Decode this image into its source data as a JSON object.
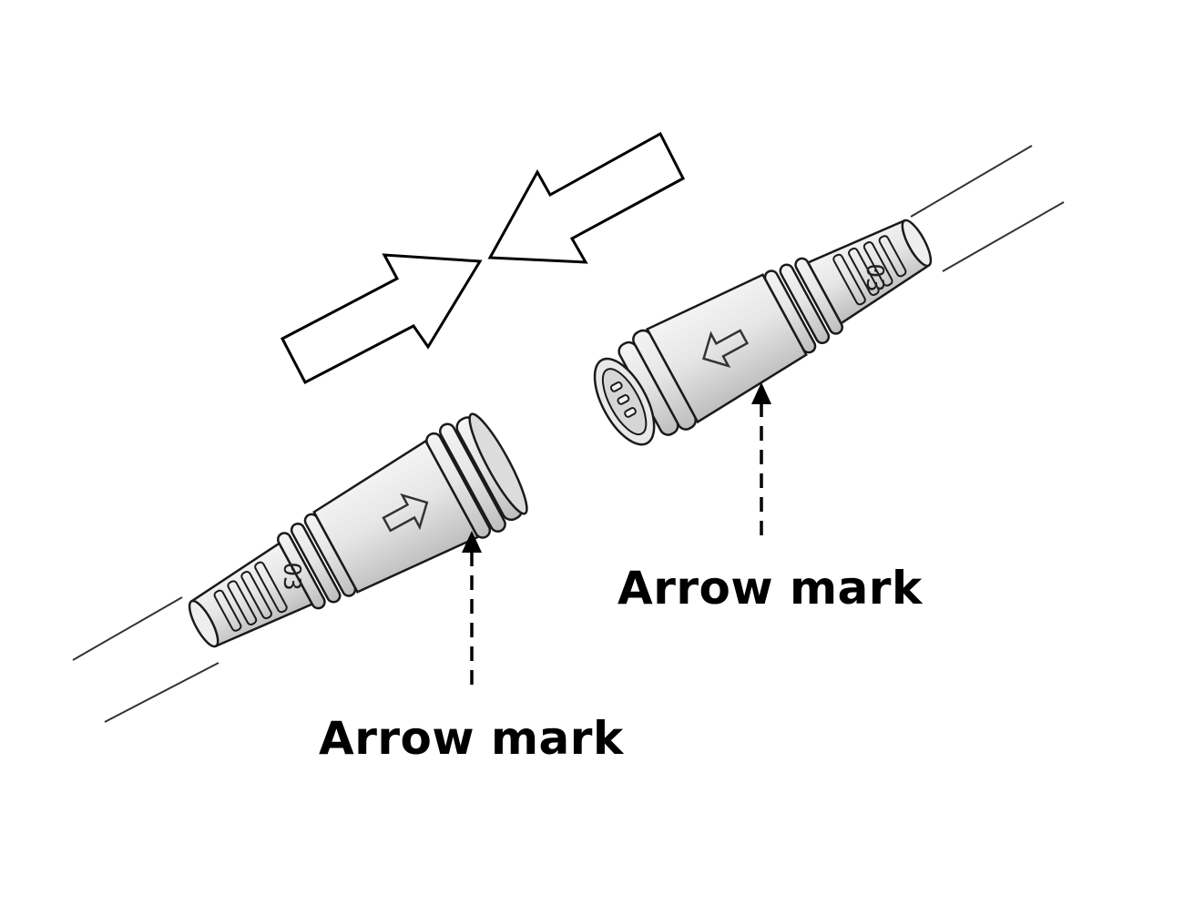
{
  "callouts": {
    "left_label": "Arrow mark",
    "right_label": "Arrow mark"
  },
  "connectors": {
    "left_number": "03",
    "right_number": "03"
  },
  "colors": {
    "body_fill": "#e4e4e4",
    "outline": "#1a1a1a",
    "cable_fill": "#ffffff",
    "label": "#000000"
  },
  "icons": {
    "push_together": "double-arrow-converging-icon",
    "mating_mark": "arrow-icon"
  }
}
